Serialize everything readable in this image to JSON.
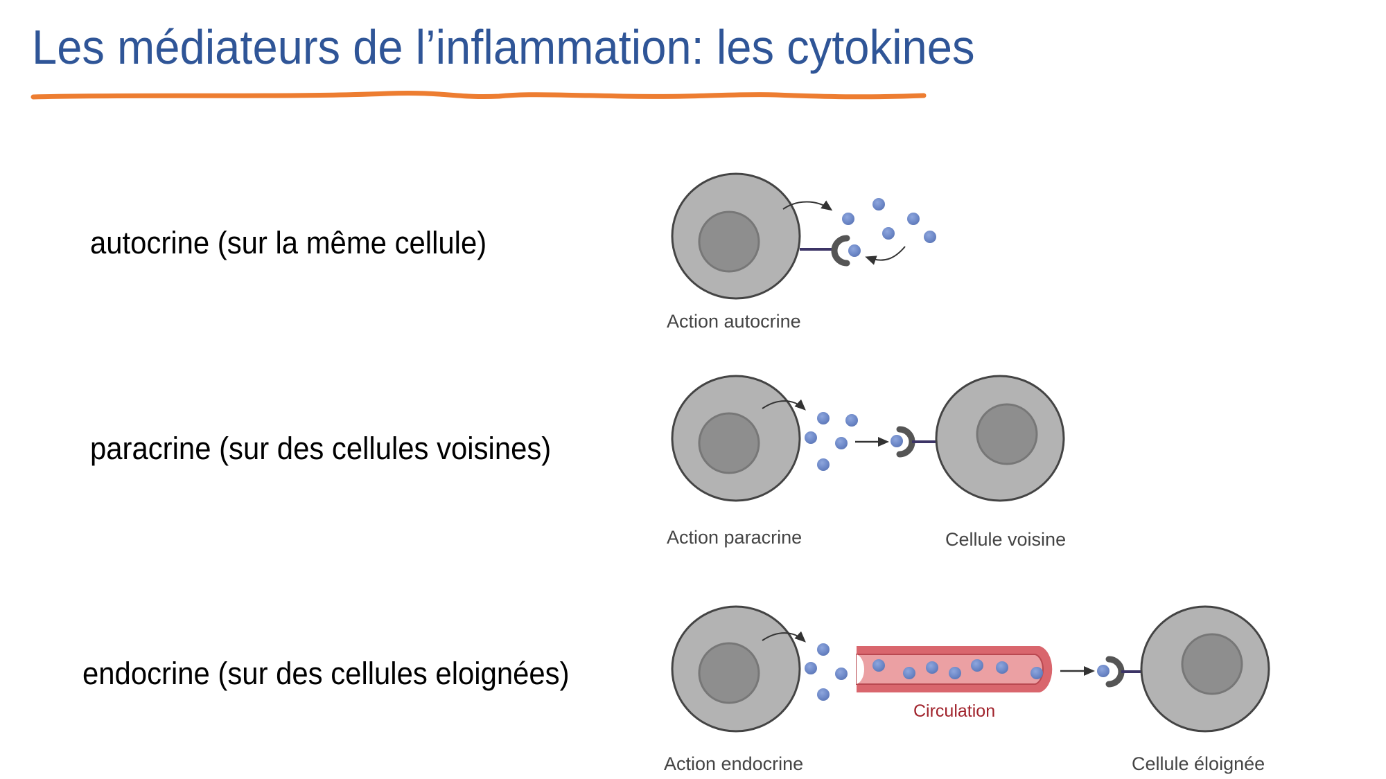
{
  "slide": {
    "title": "Les médiateurs de l’inflammation: les cytokines",
    "colors": {
      "title": "#2f5597",
      "underline": "#ed7d31",
      "cell_fill": "#b3b3b3",
      "nucleus_fill": "#8e8e8e",
      "cytokine": "#6f8ac9",
      "receptor": "#555555",
      "vessel": "#d9666d",
      "vessel_inner": "#eba0a3",
      "circulation_text": "#a0222b"
    }
  },
  "modes": [
    {
      "key": "autocrine",
      "description": "autocrine (sur la même cellule)",
      "caption": "Action autocrine"
    },
    {
      "key": "paracrine",
      "description": "paracrine (sur des cellules voisines)",
      "caption": "Action paracrine",
      "target_caption": "Cellule voisine"
    },
    {
      "key": "endocrine",
      "description": "endocrine (sur des cellules eloignées)",
      "caption": "Action endocrine",
      "vessel_label": "Circulation",
      "target_caption": "Cellule éloignée"
    }
  ]
}
